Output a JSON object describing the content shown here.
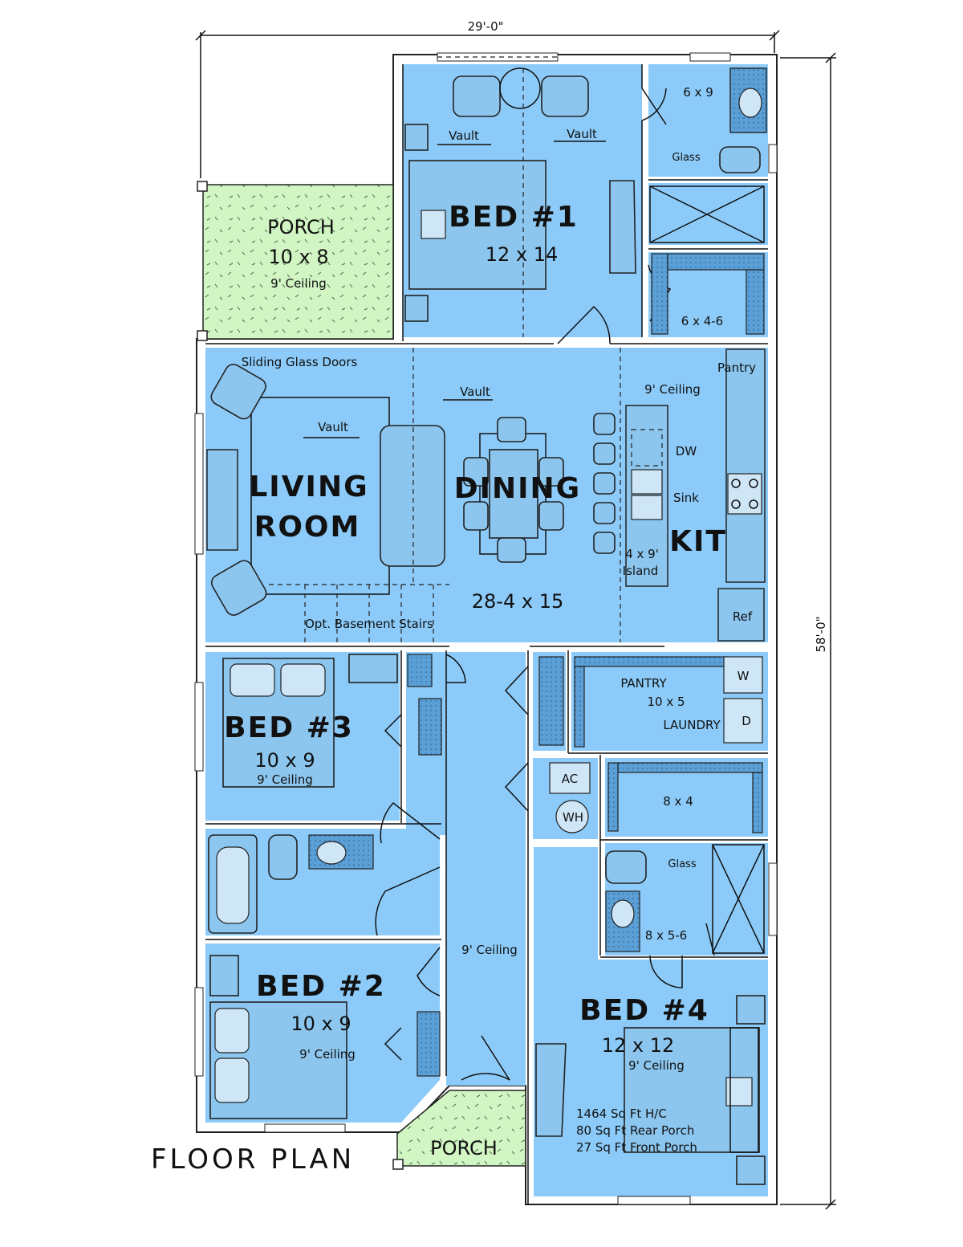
{
  "plan": {
    "title": "FLOOR PLAN",
    "overall_width": "29'-0\"",
    "overall_depth": "58'-0\"",
    "colors": {
      "room": "#8ccbf9",
      "porch": "#d2f5c4",
      "wall": "#ffffff",
      "cabinet": "#5a9fd6"
    }
  },
  "rooms": {
    "bed1": {
      "name": "BED #1",
      "dim": "12 x 14",
      "vault_left": "Vault",
      "vault_right": "Vault"
    },
    "bath1": {
      "dim": "6 x 9",
      "glass": "Glass"
    },
    "closet1": {
      "dim": "6 x 4-6"
    },
    "porch_rear": {
      "name": "PORCH",
      "dim": "10 x 8",
      "ceiling": "9' Ceiling"
    },
    "living": {
      "name_line1": "LIVING",
      "name_line2": "ROOM",
      "sliding": "Sliding Glass Doors",
      "vault": "Vault",
      "vault2": "Vault",
      "stairs": "Opt. Basement Stairs"
    },
    "dining": {
      "name": "DINING",
      "dim": "28-4 x 15"
    },
    "kitchen": {
      "name": "KIT",
      "ceiling": "9' Ceiling",
      "pantry": "Pantry",
      "dw": "DW",
      "sink": "Sink",
      "island_dim": "4 x 9'",
      "island": "Island",
      "ref": "Ref"
    },
    "pantry_laundry": {
      "name1": "PANTRY",
      "dim": "10 x 5",
      "name2": "LAUNDRY",
      "w": "W",
      "d": "D"
    },
    "bed3": {
      "name": "BED #3",
      "dim": "10 x 9",
      "ceiling": "9' Ceiling"
    },
    "mech": {
      "ac": "AC",
      "wh": "WH"
    },
    "closet4": {
      "dim": "8 x 4"
    },
    "bath4": {
      "glass": "Glass",
      "dim": "8 x 5-6"
    },
    "hall": {
      "ceiling": "9' Ceiling"
    },
    "bed2": {
      "name": "BED #2",
      "dim": "10 x 9",
      "ceiling": "9' Ceiling"
    },
    "bed4": {
      "name": "BED #4",
      "dim": "12 x 12",
      "ceiling": "9' Ceiling"
    },
    "porch_front": {
      "name": "PORCH"
    }
  },
  "areas": {
    "line1": "1464 Sq Ft H/C",
    "line2": "80 Sq Ft Rear Porch",
    "line3": "27 Sq Ft Front Porch"
  }
}
